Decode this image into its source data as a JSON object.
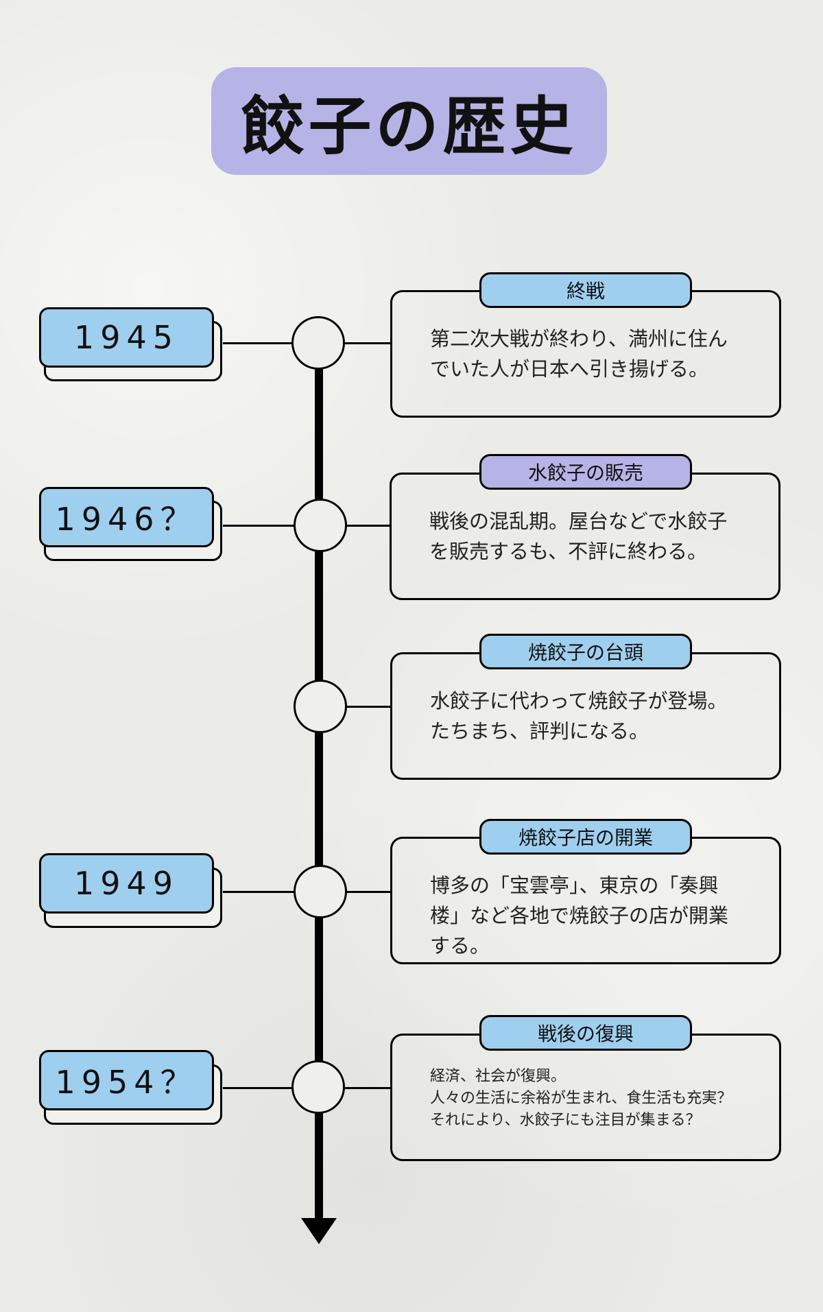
{
  "title": "餃子の歴史",
  "colors": {
    "accent_blue": "#9fcfef",
    "accent_purple": "#b6b3e6",
    "background": "#ebebe8",
    "line": "#000000"
  },
  "events": [
    {
      "year": "1945",
      "label": "終戦",
      "label_color": "blue",
      "description_lines": [
        "第二次大戦が終わり、満州に住ん",
        "でいた人が日本へ引き揚げる。"
      ]
    },
    {
      "year": "1946？",
      "label": "水餃子の販売",
      "label_color": "purple",
      "description_lines": [
        "戦後の混乱期。屋台などで水餃子",
        "を販売するも、不評に終わる。"
      ]
    },
    {
      "year": "",
      "label": "焼餃子の台頭",
      "label_color": "blue",
      "description_lines": [
        "水餃子に代わって焼餃子が登場。",
        "たちまち、評判になる。"
      ]
    },
    {
      "year": "1949",
      "label": "焼餃子店の開業",
      "label_color": "blue",
      "description_lines": [
        "博多の「宝雲亭」、東京の「奏興",
        "楼」など各地で焼餃子の店が開業",
        "する。"
      ]
    },
    {
      "year": "1954？",
      "label": "戦後の復興",
      "label_color": "blue",
      "description_lines": [
        "経済、社会が復興。",
        "人々の生活に余裕が生まれ、食生活も充実？",
        "それにより、水餃子にも注目が集まる？"
      ]
    }
  ]
}
